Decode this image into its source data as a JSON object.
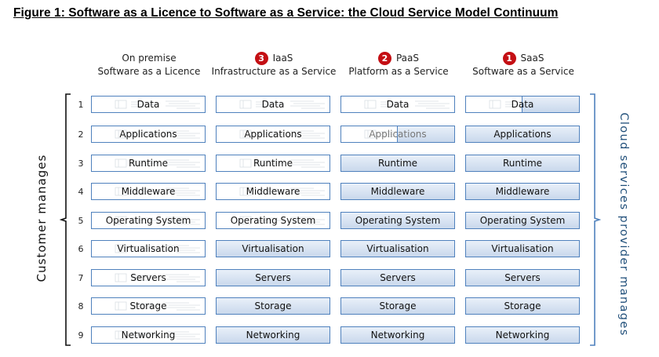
{
  "figure_title": "Figure 1: Software as a Licence to Software as a Service: the Cloud Service Model Continuum",
  "columns": [
    {
      "badge": "",
      "name": "On premise",
      "subtitle": "Software as a Licence"
    },
    {
      "badge": "3",
      "name": "IaaS",
      "subtitle": "Infrastructure as a Service"
    },
    {
      "badge": "2",
      "name": "PaaS",
      "subtitle": "Platform as a Service"
    },
    {
      "badge": "1",
      "name": "SaaS",
      "subtitle": "Software as a Service"
    }
  ],
  "rows": [
    {
      "num": "1",
      "label": "Data"
    },
    {
      "num": "2",
      "label": "Applications"
    },
    {
      "num": "3",
      "label": "Runtime"
    },
    {
      "num": "4",
      "label": "Middleware"
    },
    {
      "num": "5",
      "label": "Operating System"
    },
    {
      "num": "6",
      "label": "Virtualisation"
    },
    {
      "num": "7",
      "label": "Servers"
    },
    {
      "num": "8",
      "label": "Storage"
    },
    {
      "num": "9",
      "label": "Networking"
    }
  ],
  "cell_states": [
    [
      "customer",
      "customer",
      "customer",
      "customer",
      "customer",
      "customer",
      "customer",
      "customer",
      "customer"
    ],
    [
      "customer",
      "customer",
      "customer",
      "customer",
      "customer",
      "provider",
      "provider",
      "provider",
      "provider"
    ],
    [
      "customer",
      "shared",
      "provider",
      "provider",
      "provider",
      "provider",
      "provider",
      "provider",
      "provider"
    ],
    [
      "shared",
      "provider",
      "provider",
      "provider",
      "provider",
      "provider",
      "provider",
      "provider",
      "provider"
    ]
  ],
  "left_label": "Customer manages",
  "right_label": "Cloud services provider manages",
  "colors": {
    "border": "#4f81bd",
    "provider_fill": "#c9d8ec",
    "badge": "#c40f14",
    "right_label": "#1f4e79"
  }
}
